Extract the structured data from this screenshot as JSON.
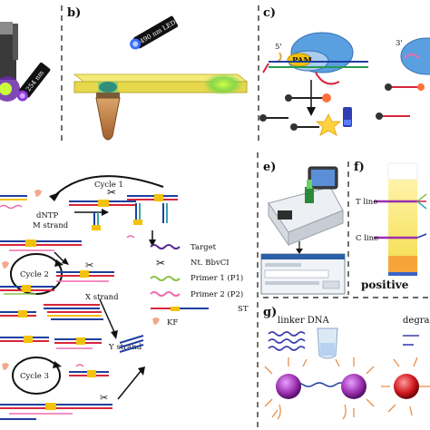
{
  "panels": {
    "b": "b)",
    "c": "c)",
    "e": "e)",
    "f": "f)",
    "g": "g)"
  },
  "panel_a": {
    "uv_label": "254 nm"
  },
  "panel_b": {
    "led_label": "490 nm LED"
  },
  "panel_c": {
    "pam_label": "PAM",
    "five_prime": "5'",
    "three_prime": "3'"
  },
  "panel_d": {
    "cycle1": "Cycle 1",
    "cycle2": "Cycle 2",
    "cycle3": "Cycle 3",
    "dntp": "dNTP",
    "m_strand": "M strand",
    "x_strand": "X strand",
    "y_strand": "Y strand",
    "legend": [
      "Target",
      "Nt. BbvCI",
      "Primer 1 (P1)",
      "Primer 2 (P2)",
      "ST",
      "KF"
    ]
  },
  "panel_f": {
    "t_line": "T line",
    "c_line": "C line",
    "result": "positive"
  },
  "panel_g": {
    "linker": "linker DNA",
    "degrade": "degrad"
  },
  "colors": {
    "target": "#5b2c8f",
    "primer1": "#8bc34a",
    "primer2": "#f06bb0",
    "st_red": "#d7263d",
    "st_blue": "#1f3f9e",
    "st_yellow": "#f4c20d",
    "kf": "#f2a98b",
    "teal": "#3aa6a6",
    "nanoparticle": "#9b2fae"
  }
}
